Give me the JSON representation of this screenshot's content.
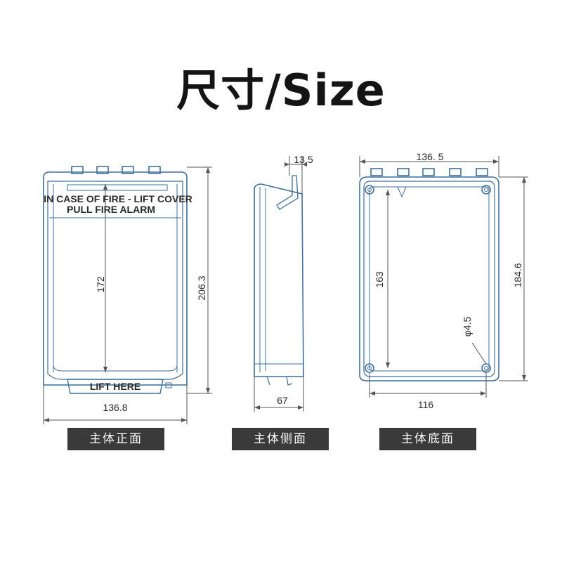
{
  "title": "尺寸/Size",
  "front": {
    "warning_line1": "IN CASE OF FIRE - LIFT COVER",
    "warning_line2": "PULL FIRE ALARM",
    "tab_label": "LIFT HERE",
    "dim_height_inner": "172",
    "dim_height_total": "206.3",
    "dim_width": "136.8",
    "caption": "主体正面"
  },
  "side": {
    "dim_top": "13.5",
    "dim_width": "67",
    "caption": "主体侧面"
  },
  "bottom": {
    "dim_top": "136. 5",
    "dim_height_inner": "163",
    "dim_height_total": "184.6",
    "dim_hole": "φ4.5",
    "dim_width": "116",
    "caption": "主体底面"
  },
  "colors": {
    "outline": "#3f6f9a",
    "dim_line": "#555555",
    "caption_bg": "#3a3a3a"
  }
}
